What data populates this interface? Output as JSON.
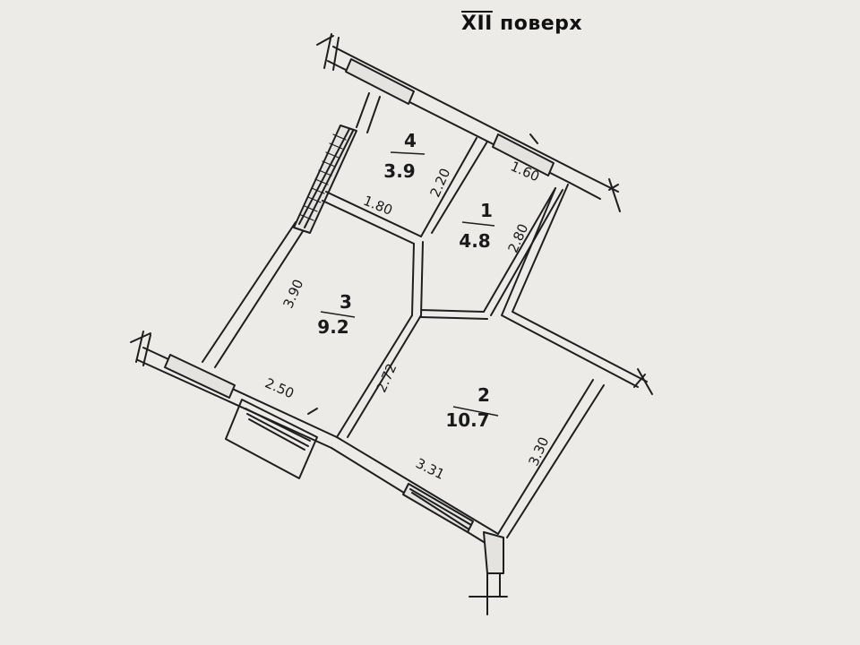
{
  "floor_label": {
    "roman": "XII",
    "word": "поверх"
  },
  "rooms": [
    {
      "number": "4",
      "area": "3.9"
    },
    {
      "number": "1",
      "area": "4.8"
    },
    {
      "number": "3",
      "area": "9.2"
    },
    {
      "number": "2",
      "area": "10.7"
    }
  ],
  "dimensions": {
    "room4_depth": "2.20",
    "room4_width": "1.80",
    "room1_top": "1.60",
    "room1_depth": "2.80",
    "room3_depth": "3.90",
    "room3_width": "2.50",
    "room2_left": "2.72",
    "room2_bottom": "3.31",
    "room2_right": "3.30"
  }
}
